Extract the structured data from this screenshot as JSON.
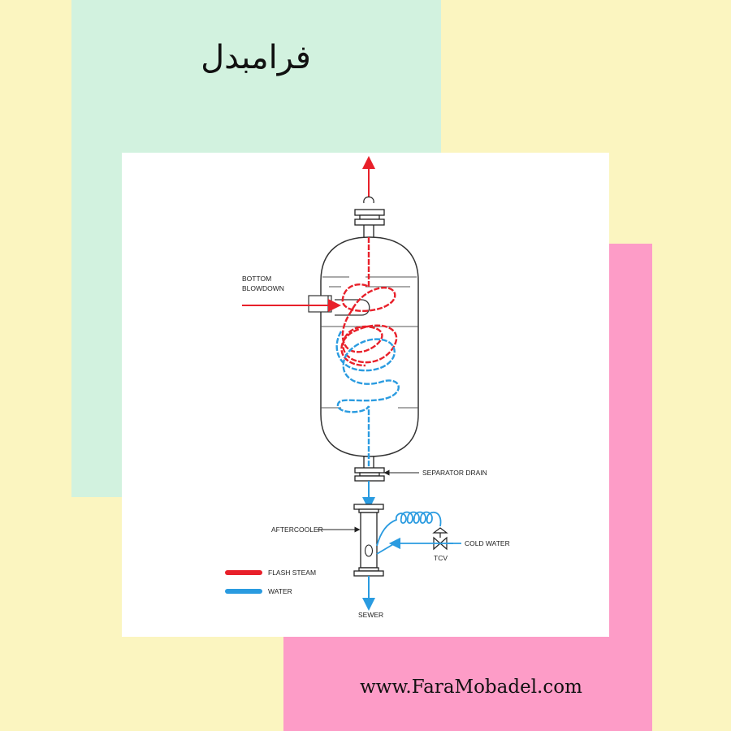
{
  "brand": {
    "title": "فرامبدل",
    "website": "www.FaraMobadel.com"
  },
  "diagram": {
    "labels": {
      "bottom_blowdown_1": "BOTTOM",
      "bottom_blowdown_2": "BLOWDOWN",
      "separator_drain": "SEPARATOR DRAIN",
      "aftercooler": "AFTERCOOLER",
      "cold_water": "COLD WATER",
      "tcv": "TCV",
      "sewer": "SEWER"
    },
    "legend": [
      {
        "name": "FLASH STEAM",
        "color": "#e8202a"
      },
      {
        "name": "WATER",
        "color": "#2a9be0"
      }
    ]
  },
  "colors": {
    "steam": "#e8202a",
    "water": "#2a9be0",
    "green_panel": "#d2f2df",
    "pink_panel": "#fd9cc7",
    "background": "#fbf5c0"
  }
}
